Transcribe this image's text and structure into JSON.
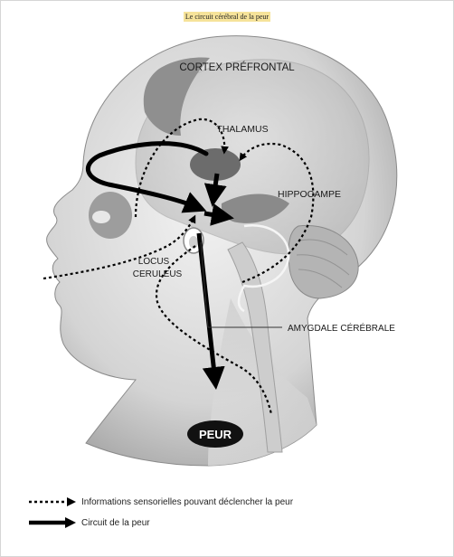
{
  "title": "Le circuit cérébral de la peur",
  "labels": {
    "cortex": "CORTEX PRÉFRONTAL",
    "thalamus": "THALAMUS",
    "hippocampe": "HIPPOCAMPE",
    "locus_line1": "LOCUS",
    "locus_line2": "CERULEUS",
    "amygdale": "AMYGDALE CÉRÉBRALE",
    "peur": "PEUR"
  },
  "legend": {
    "dotted": "Informations sensorielles pouvant déclencher la peur",
    "solid": "Circuit de la peur"
  },
  "colors": {
    "arrow": "#000000",
    "peur_fill": "#111111",
    "peur_text": "#ffffff",
    "title_highlight": "#f6e39a"
  }
}
